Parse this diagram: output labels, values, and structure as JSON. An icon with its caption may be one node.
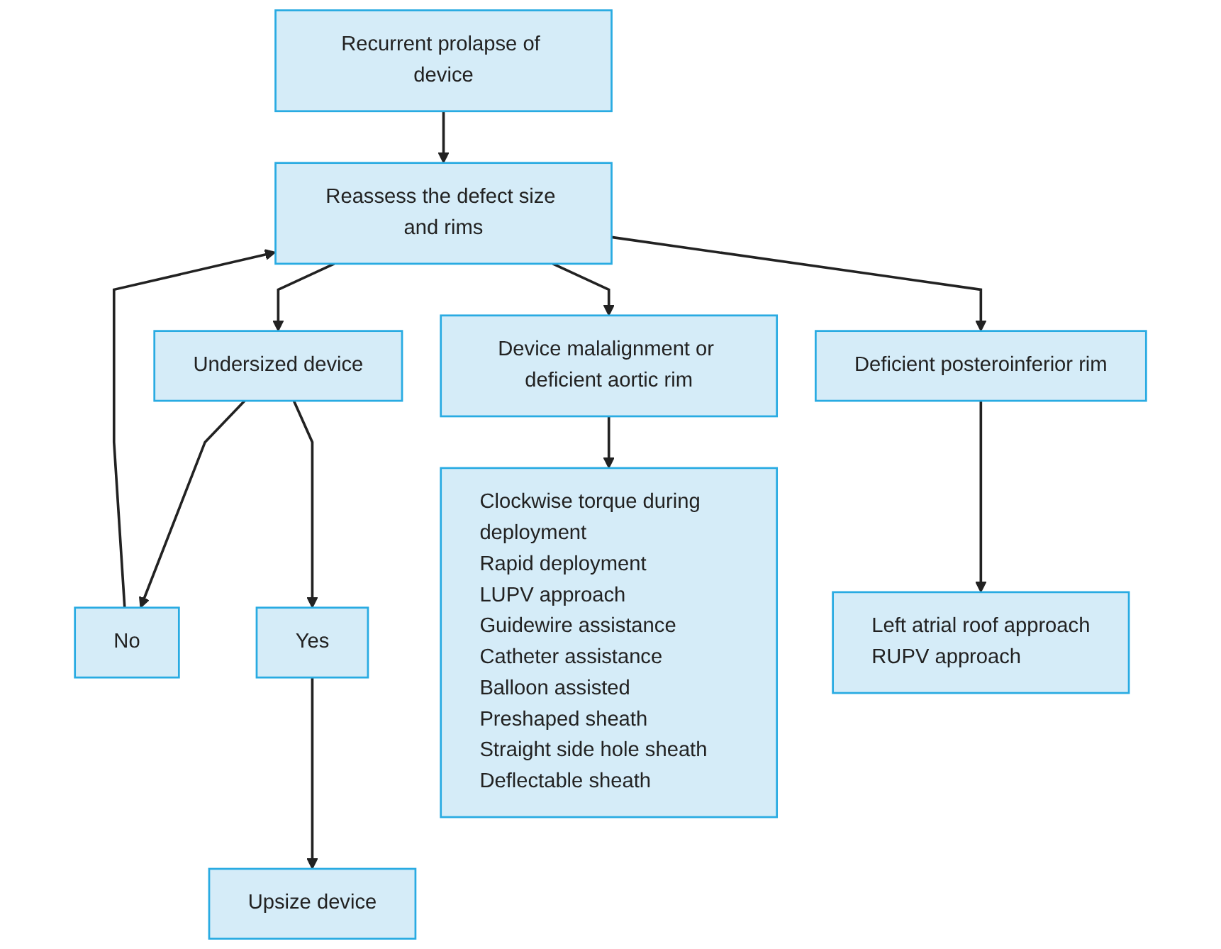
{
  "diagram": {
    "nodes": [
      {
        "text": [
          "Recurrent prolapse of device"
        ]
      },
      {
        "text": [
          "Reassess the defect size and rims"
        ]
      },
      {
        "text": [
          "Undersized device"
        ]
      },
      {
        "text": [
          "Device malalignment or deficient aortic rim"
        ]
      },
      {
        "text": [
          "Deficient posteroinferior rim"
        ]
      },
      {
        "text": [
          "No"
        ]
      },
      {
        "text": [
          "Yes"
        ]
      },
      {
        "text": [
          "Upsize device"
        ]
      },
      {
        "text": [
          "Clockwise torque during deployment",
          "Rapid deployment",
          "LUPV approach",
          "Guidewire assistance",
          "Catheter assistance",
          "Balloon assisted",
          "Preshaped sheath",
          "Straight side hole sheath",
          "Deflectable sheath"
        ]
      },
      {
        "text": [
          "Left atrial roof approach",
          "RUPV approach"
        ]
      }
    ],
    "edges": [
      {
        "from": 0,
        "to": 1,
        "arrow": "to"
      },
      {
        "from": 1,
        "to": 2,
        "arrow": "to"
      },
      {
        "from": 1,
        "to": 3,
        "arrow": "to"
      },
      {
        "from": 1,
        "to": 4,
        "arrow": "to"
      },
      {
        "from": 2,
        "to": 5,
        "arrow": "to"
      },
      {
        "from": 2,
        "to": 6,
        "arrow": "to"
      },
      {
        "from": 6,
        "to": 7,
        "arrow": "to"
      },
      {
        "from": 5,
        "to": 1,
        "arrow": "to"
      },
      {
        "from": 3,
        "to": 8,
        "arrow": "to"
      },
      {
        "from": 4,
        "to": 9,
        "arrow": "to"
      }
    ]
  }
}
